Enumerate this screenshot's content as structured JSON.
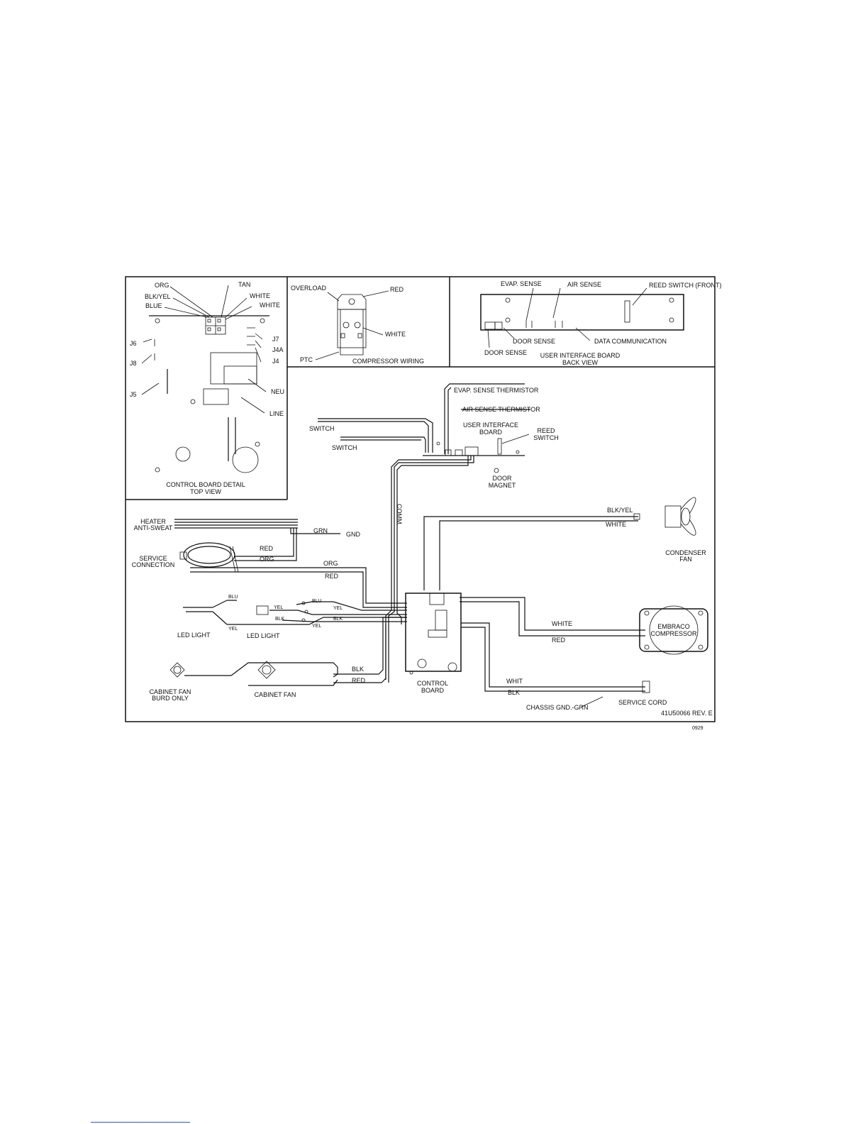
{
  "panels": {
    "control_board_detail": {
      "title_line1": "CONTROL BOARD DETAIL",
      "title_line2": "TOP VIEW",
      "labels": {
        "org": "ORG",
        "tan": "TAN",
        "blk_yel": "BLK/YEL",
        "white1": "WHITE",
        "blue": "BLUE",
        "white2": "WHITE",
        "j6": "J6",
        "j7": "J7",
        "j4a": "J4A",
        "j8": "J8",
        "j4": "J4",
        "j5": "J5",
        "neu": "NEU",
        "line": "LINE"
      }
    },
    "compressor_wiring": {
      "title": "COMPRESSOR WIRING",
      "labels": {
        "overload": "OVERLOAD",
        "red": "RED",
        "white": "WHITE",
        "ptc": "PTC"
      }
    },
    "user_interface_board": {
      "title_line1": "USER INTERFACE BOARD",
      "title_line2": "BACK VIEW",
      "labels": {
        "evap_sense": "EVAP. SENSE",
        "air_sense": "AIR SENSE",
        "reed_switch_front": "REED SWITCH (FRONT)",
        "door_sense1": "DOOR SENSE",
        "door_sense2": "DOOR SENSE",
        "data_communication": "DATA COMMUNICATION"
      }
    }
  },
  "main": {
    "labels": {
      "evap_thermistor": "EVAP. SENSE THERMISTOR",
      "air_thermistor": "AIR SENSE THERMISTOR",
      "switch1": "SWITCH",
      "switch2": "SWITCH",
      "ui_board_1": "USER INTERFACE",
      "ui_board_2": "BOARD",
      "reed_1": "REED",
      "reed_2": "SWITCH",
      "door_magnet_1": "DOOR",
      "door_magnet_2": "MAGNET",
      "comm": "COMM.",
      "heater_1": "HEATER",
      "heater_2": "ANTI-SWEAT",
      "grn": "GRN",
      "gnd": "GND",
      "service_1": "SERVICE",
      "service_2": "CONNECTION",
      "red_a": "RED",
      "org_a": "ORG",
      "org_b": "ORG",
      "red_b": "RED",
      "blu_1": "BLU",
      "blu_2": "BLU",
      "yel_1": "YEL",
      "yel_2": "YEL",
      "yel_3": "YEL",
      "yel_4": "YEL",
      "blk_1": "BLK",
      "blk_2": "BLK",
      "led_light_1": "LED LIGHT",
      "led_light_2": "LED LIGHT",
      "blk_yel": "BLK/YEL",
      "white_fan": "WHITE",
      "condenser_1": "CONDENSER",
      "condenser_2": "FAN",
      "white_comp": "WHITE",
      "red_comp": "RED",
      "embraco_1": "EMBRACO",
      "embraco_2": "COMPRESSOR",
      "blk_fan": "BLK",
      "red_fan": "RED",
      "cabinet_fan_1": "CABINET FAN",
      "cabinet_fan_2": "BURD ONLY",
      "cabinet_fan_3": "CABINET FAN",
      "control_board_1": "CONTROL",
      "control_board_2": "BOARD",
      "whit": "WHIT",
      "blk_cord": "BLK",
      "chassis_gnd": "CHASSIS GND.-GRN",
      "service_cord": "SERVICE CORD",
      "part_number": "41U50066 REV. E"
    }
  },
  "corner_mark": "0929"
}
